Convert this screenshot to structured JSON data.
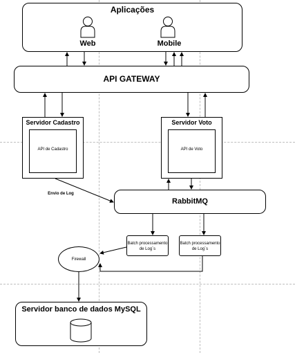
{
  "apps": {
    "title": "Aplicações",
    "web_label": "Web",
    "mobile_label": "Mobile",
    "user_icon": "user-icon"
  },
  "gateway": {
    "label": "API GATEWAY"
  },
  "cadastro": {
    "title": "Servidor Cadastro",
    "api_label": "API de Cadastro"
  },
  "voto": {
    "title": "Servidor Voto",
    "api_label": "API de Voto"
  },
  "log_label": "Envio de Log",
  "rabbit": {
    "label": "RabbitMQ"
  },
  "batch1": {
    "line1": "Batch processamento",
    "line2": "de Log´s"
  },
  "batch2": {
    "line1": "Batch processamento",
    "line2": "de Log´s"
  },
  "firewall": {
    "label": "Firewall"
  },
  "database": {
    "title": "Servidor banco de dados MySQL",
    "icon": "database-cylinder-icon"
  }
}
